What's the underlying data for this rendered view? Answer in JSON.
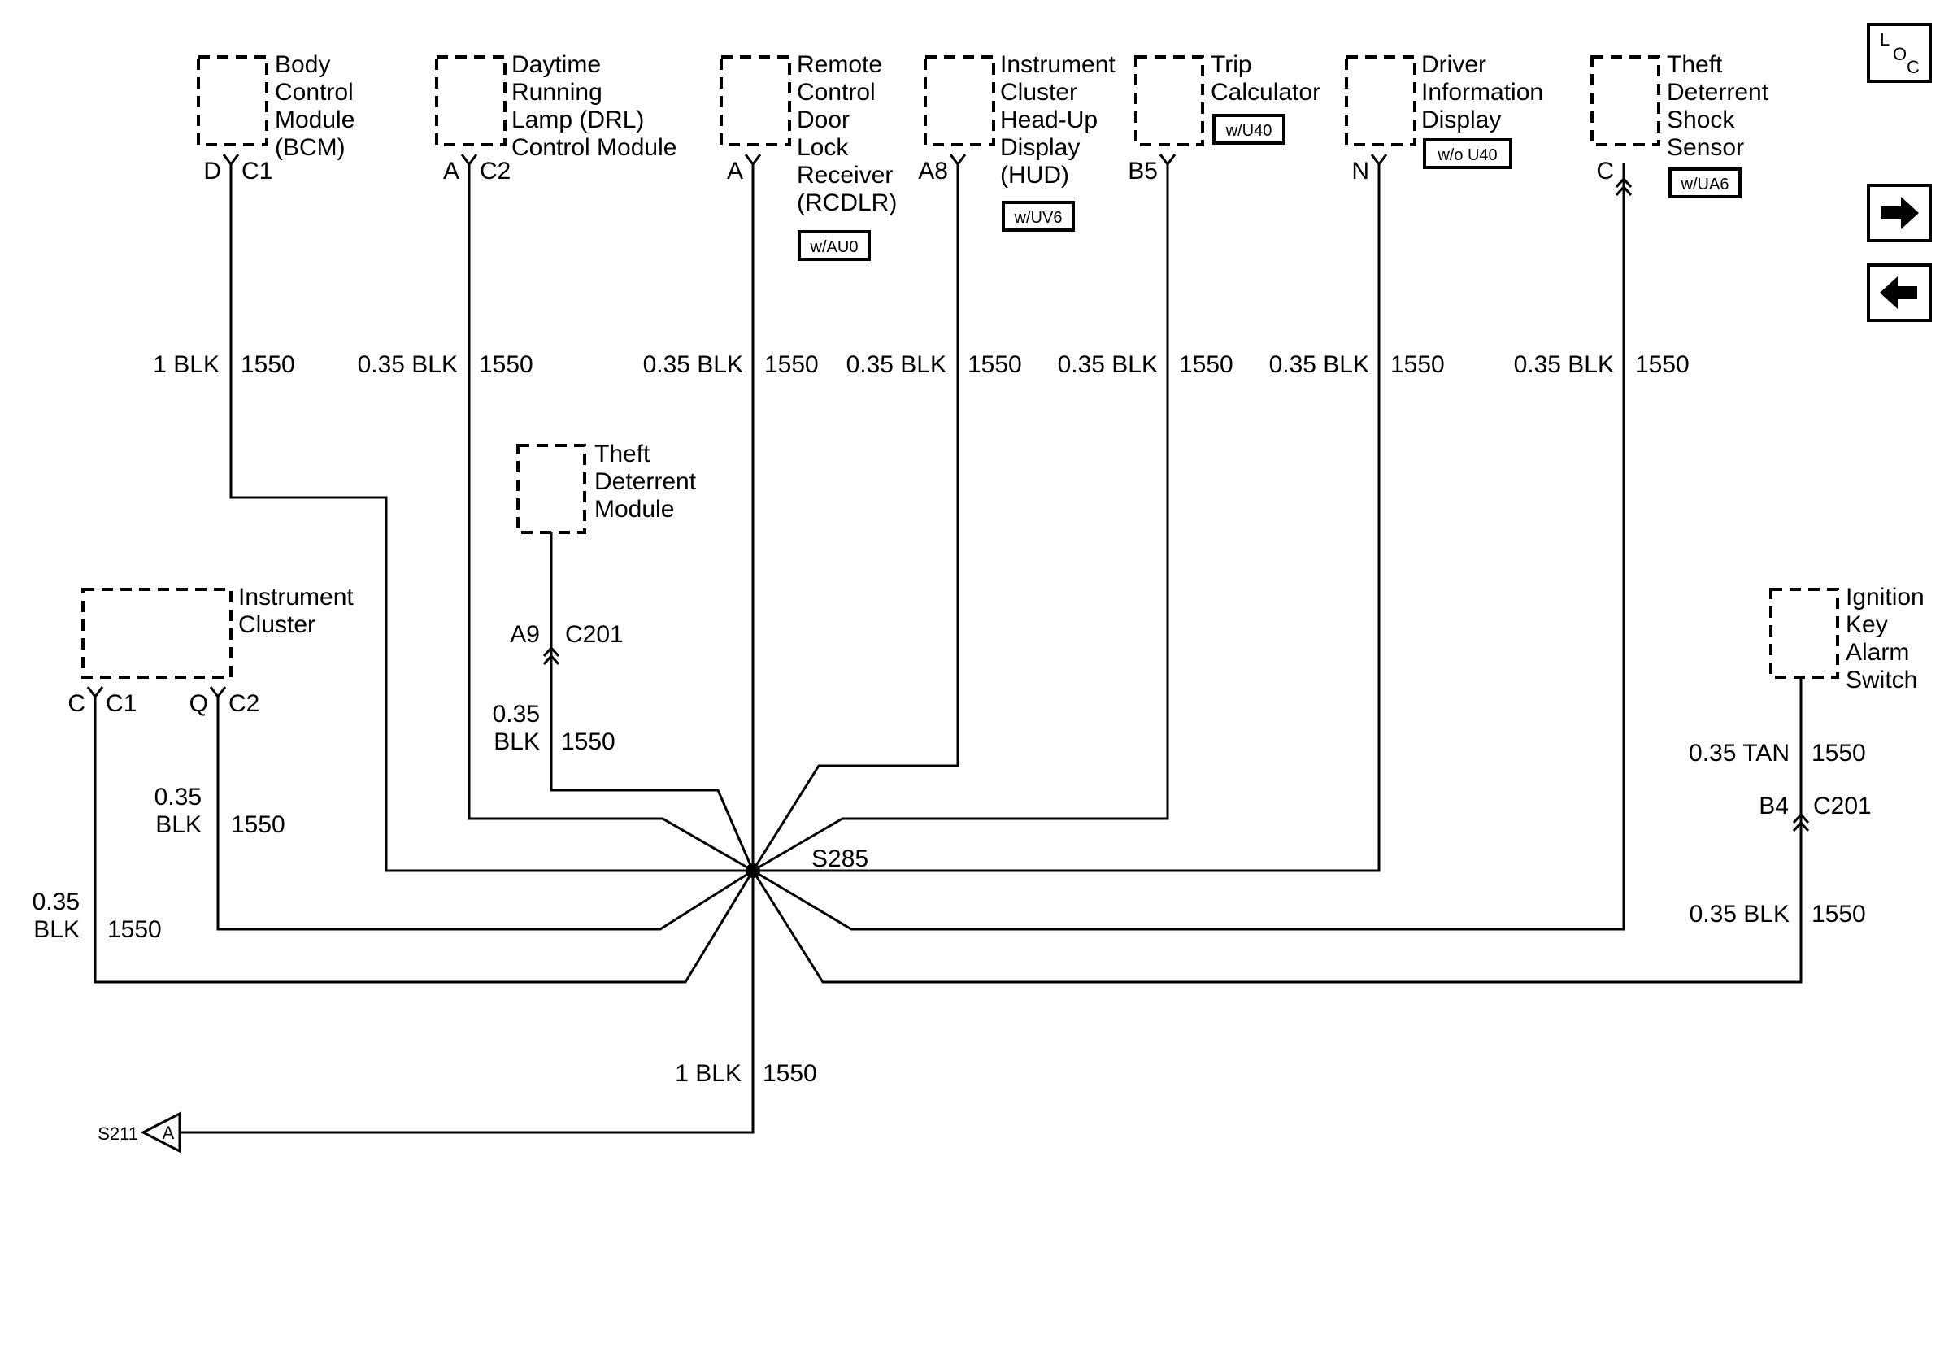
{
  "components": {
    "bcm": [
      "Body",
      "Control",
      "Module",
      "(BCM)"
    ],
    "drl": [
      "Daytime",
      "Running",
      "Lamp (DRL)",
      "Control Module"
    ],
    "rcdlr": [
      "Remote",
      "Control",
      "Door",
      "Lock",
      "Receiver",
      "(RCDLR)"
    ],
    "rcdlr_opt": "w/AU0",
    "hud": [
      "Instrument",
      "Cluster",
      "Head-Up",
      "Display",
      "(HUD)"
    ],
    "hud_opt": "w/UV6",
    "trip": [
      "Trip",
      "Calculator"
    ],
    "trip_opt": "w/U40",
    "dic": [
      "Driver",
      "Information",
      "Display"
    ],
    "dic_opt": "w/o U40",
    "shock": [
      "Theft",
      "Deterrent",
      "Shock",
      "Sensor"
    ],
    "shock_opt": "w/UA6",
    "tdm": [
      "Theft",
      "Deterrent",
      "Module"
    ],
    "ic": [
      "Instrument",
      "Cluster"
    ],
    "ignition": [
      "Ignition",
      "Key",
      "Alarm",
      "Switch"
    ]
  },
  "pins": {
    "bcm_pin": "D",
    "bcm_conn": "C1",
    "drl_pin": "A",
    "drl_conn": "C2",
    "rcdlr_pin": "A",
    "hud_pin": "A8",
    "trip_pin": "B5",
    "dic_pin": "N",
    "shock_pin": "C",
    "tdm_pin": "A9",
    "tdm_conn": "C201",
    "ic_c1_pin": "C",
    "ic_c1_conn": "C1",
    "ic_c2_pin": "Q",
    "ic_c2_conn": "C2",
    "ign_pin": "B4",
    "ign_conn": "C201"
  },
  "wires": {
    "bcm_color": "1 BLK",
    "bcm_circuit": "1550",
    "drl_color": "0.35 BLK",
    "drl_circuit": "1550",
    "rcdlr_color": "0.35 BLK",
    "rcdlr_circuit": "1550",
    "hud_color": "0.35 BLK",
    "hud_circuit": "1550",
    "trip_color": "0.35 BLK",
    "trip_circuit": "1550",
    "dic_color": "0.35 BLK",
    "dic_circuit": "1550",
    "shock_color": "0.35 BLK",
    "shock_circuit": "1550",
    "tdm_gauge": "0.35",
    "tdm_color": "BLK",
    "tdm_circuit": "1550",
    "ic_c2_gauge": "0.35",
    "ic_c2_color": "BLK",
    "ic_c2_circuit": "1550",
    "ic_c1_gauge": "0.35",
    "ic_c1_color": "BLK",
    "ic_c1_circuit": "1550",
    "ign_upper_color": "0.35 TAN",
    "ign_upper_circuit": "1550",
    "ign_lower_color": "0.35 BLK",
    "ign_lower_circuit": "1550",
    "ground_color": "1 BLK",
    "ground_circuit": "1550"
  },
  "splice": {
    "name": "S285"
  },
  "ground_ref": {
    "splice": "S211",
    "letter": "A"
  },
  "nav": {
    "loc_l": "L",
    "loc_o": "O",
    "loc_c": "C",
    "next_icon": "arrow-right",
    "prev_icon": "arrow-left"
  }
}
